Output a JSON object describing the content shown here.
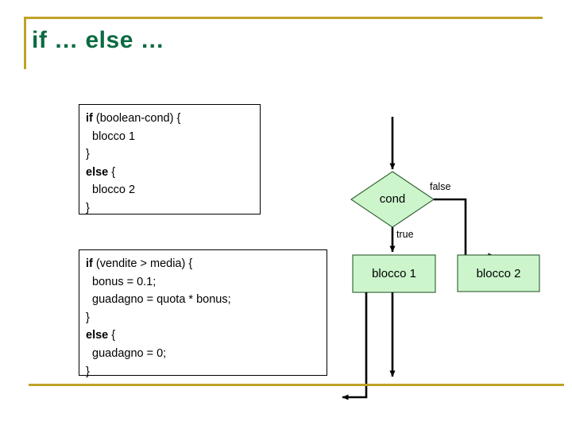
{
  "slide": {
    "title": "if … else …",
    "accent_color": "#bfa227",
    "title_color": "#0b6b41",
    "background": "#ffffff"
  },
  "code_box_1": {
    "name": "generic-if-else-syntax",
    "lines": [
      {
        "keyword": "if",
        "rest": " (boolean-cond) {"
      },
      {
        "keyword": "",
        "rest": "  blocco 1"
      },
      {
        "keyword": "",
        "rest": "}"
      },
      {
        "keyword": "else",
        "rest": " {"
      },
      {
        "keyword": "",
        "rest": "  blocco 2"
      },
      {
        "keyword": "",
        "rest": "}"
      }
    ]
  },
  "code_box_2": {
    "name": "concrete-if-else-example",
    "lines": [
      {
        "keyword": "if",
        "rest": " (vendite > media) {"
      },
      {
        "keyword": "",
        "rest": "  bonus = 0.1;"
      },
      {
        "keyword": "",
        "rest": "  guadagno = quota * bonus;"
      },
      {
        "keyword": "",
        "rest": "}"
      },
      {
        "keyword": "else",
        "rest": " {"
      },
      {
        "keyword": "",
        "rest": "  guadagno = 0;"
      },
      {
        "keyword": "",
        "rest": "}"
      }
    ]
  },
  "flowchart": {
    "shape_fill": "#ccf5cc",
    "shape_stroke": "#2d5c2d",
    "edge_color": "#000000",
    "decision": {
      "label": "cond"
    },
    "process_true": {
      "label": "blocco 1"
    },
    "process_false": {
      "label": "blocco 2"
    },
    "edge_labels": {
      "false": "false",
      "true": "true"
    }
  }
}
